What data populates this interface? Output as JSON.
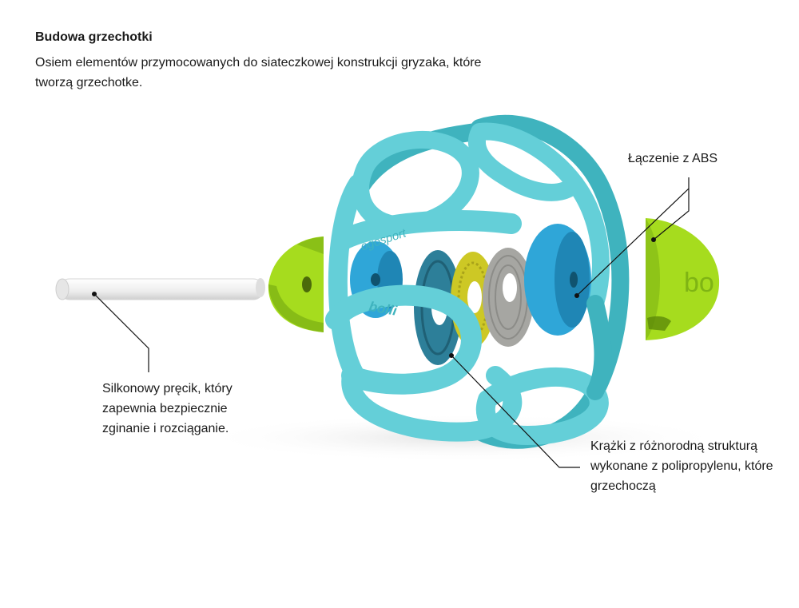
{
  "header": {
    "title": "Budowa grzechotki",
    "description": "Osiem elementów przymocowanych do siateczkowej konstrukcji gryzaka, które tworzą grzechotke."
  },
  "callouts": {
    "abs": "Łączenie z ABS",
    "rod": "Silkonowy pręcik, który zapewnia bezpiecznie zginanie i rozciąganie.",
    "discs": "Krążki z różnorodną strukturą wykonane z polipropylenu, które grzechoczą"
  },
  "brand": {
    "ogosport": "ogosport",
    "bolli": "bolli",
    "cap_text": "bo"
  },
  "colors": {
    "ball": "#64cfd8",
    "ball_dark": "#3fb3be",
    "cap": "#a6dc1e",
    "cap_dark": "#7fb414",
    "disc_blue": "#2fa6d8",
    "disc_teal": "#2d7f99",
    "disc_yellow": "#cdc825",
    "disc_gray": "#a6a6a2",
    "rod": "#f2f2f2"
  }
}
